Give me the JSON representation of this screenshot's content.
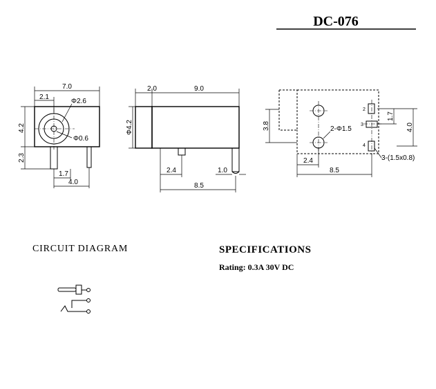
{
  "title": "DC-076",
  "sections": {
    "circuit_heading": "CIRCUIT DIAGRAM",
    "spec_heading": "SPECIFICATIONS",
    "rating": "Rating: 0.3A 30V DC"
  },
  "front_view": {
    "width": "7.0",
    "offset": "2.1",
    "hole_dia": "Φ2.6",
    "pin_dia": "Φ0.6",
    "height": "4.2",
    "pin_height": "2.3",
    "pin_pitch": "1.7",
    "pin_span": "4.0"
  },
  "side_view": {
    "front_len": "2.0",
    "body_len": "9.0",
    "body_dia": "Φ4.2",
    "pin1_pos": "2.4",
    "pin_width": "1.0",
    "pin_span": "8.5"
  },
  "pcb_view": {
    "height_left": "3.8",
    "hole_label": "2-Φ1.5",
    "pad_pitch": "1.7",
    "height_right": "4.0",
    "slot_label": "3-(1.5x0.8)",
    "hole_pos": "2.4",
    "total": "8.5",
    "pad_numbers": [
      "2",
      "3",
      "4"
    ]
  }
}
